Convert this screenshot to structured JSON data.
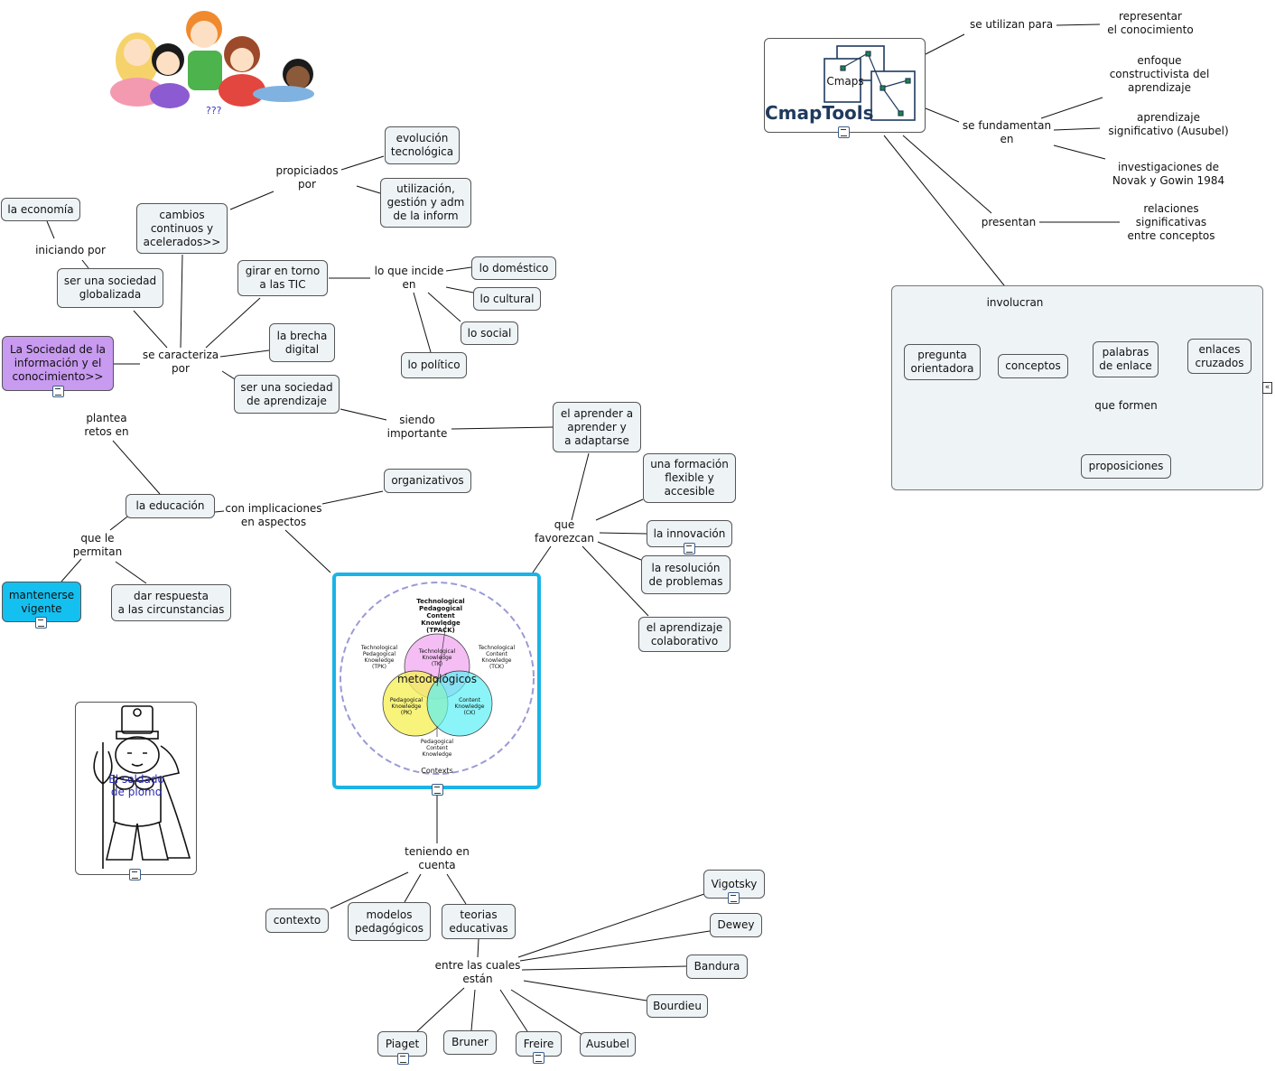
{
  "map": {
    "sociedad": "La Sociedad de la\ninformación y el\nconocimiento>>",
    "se_caracteriza_por": "se caracteriza\npor",
    "plantea_retos_en": "plantea\nretos en",
    "iniciando_por": "iniciando por",
    "la_economia": "la economía",
    "sociedad_globalizada": "ser una sociedad\nglobalizada",
    "cambios": "cambios\ncontinuos y\nacelerados>>",
    "propiciados_por": "propiciados\npor",
    "evolucion": "evolución\ntecnológica",
    "utilizacion": "utilización,\ngestión y adm\nde la inform",
    "girar_tic": "girar en torno\na las TIC",
    "lo_que_incide": "lo que incide\nen",
    "lo_domestico": "lo doméstico",
    "lo_cultural": "lo cultural",
    "lo_social": "lo social",
    "lo_politico": "lo político",
    "brecha": "la brecha\ndigital",
    "sociedad_aprendizaje": "ser una sociedad\nde aprendizaje",
    "siendo_importante": "siendo\nimportante",
    "aprender_adaptarse": "el aprender a\naprender y\na adaptarse",
    "que_favorezcan": "que\nfavorezcan",
    "formacion": "una formación\nflexible y\naccesible",
    "innovacion": "la innovación",
    "resolucion": "la resolución\nde problemas",
    "aprendizaje_colab": "el aprendizaje\ncolaborativo",
    "educacion": "la educación",
    "con_implicaciones": "con implicaciones\nen aspectos",
    "organizativos": "organizativos",
    "que_le_permitan": "que le\npermitan",
    "mantenerse": "mantenerse\nvigente",
    "dar_respuesta": "dar respuesta\na las circunstancias",
    "metodologicos": "metodológicos",
    "teniendo_en_cuenta": "teniendo en\ncuenta",
    "contexto": "contexto",
    "modelos": "modelos\npedagógicos",
    "teorias": "teorias\neducativas",
    "entre_las_cuales": "entre las cuales\nestán",
    "vigotsky": "Vigotsky",
    "dewey": "Dewey",
    "bandura": "Bandura",
    "bourdieu": "Bourdieu",
    "ausubel": "Ausubel",
    "freire": "Freire",
    "bruner": "Bruner",
    "piaget": "Piaget",
    "soldado": "El soldado\nde plomo",
    "kids_caption": "???"
  },
  "cmap": {
    "logo_word": "CmapTools",
    "node": "Cmaps",
    "se_utilizan_para": "se utilizan para",
    "representar": "representar\nel conocimiento",
    "se_fundamentan": "se fundamentan\nen",
    "enfoque": "enfoque\nconstructivista del\naprendizaje",
    "ausubel_sig": "aprendizaje\nsignificativo (Ausubel)",
    "novak": "investigaciones de\nNovak y Gowin 1984",
    "presentan": "presentan",
    "relaciones": "relaciones\nsignificativas\nentre conceptos",
    "involucran": "involucran",
    "pregunta": "pregunta\norientadora",
    "conceptos": "conceptos",
    "palabras": "palabras\nde enlace",
    "enlaces": "enlaces\ncruzados",
    "que_formen": "que formen",
    "proposiciones": "proposiciones"
  },
  "tpack": {
    "top": "Technological\nPedagogical Content\nKnowledge\n(TPACK)",
    "tpk": "Technological\nPedagogical\nKnowledge\n(TPK)",
    "tck": "Technological\nContent\nKnowledge\n(TCK)",
    "tk": "Technological\nKnowledge\n(TK)",
    "pk": "Pedagogical\nKnowledge\n(PK)",
    "ck": "Content\nKnowledge\n(CK)",
    "pck": "Pedagogical\nContent\nKnowledge",
    "contexts": "Contexts"
  },
  "colors": {
    "node_fill": "#eef3f6",
    "root_fill": "#c89af0",
    "highlight_fill": "#14c0f0",
    "tpack_border": "#1ab4e6",
    "link_color": "#111111"
  },
  "icons": [
    "document-icon",
    "collapse-icon"
  ]
}
